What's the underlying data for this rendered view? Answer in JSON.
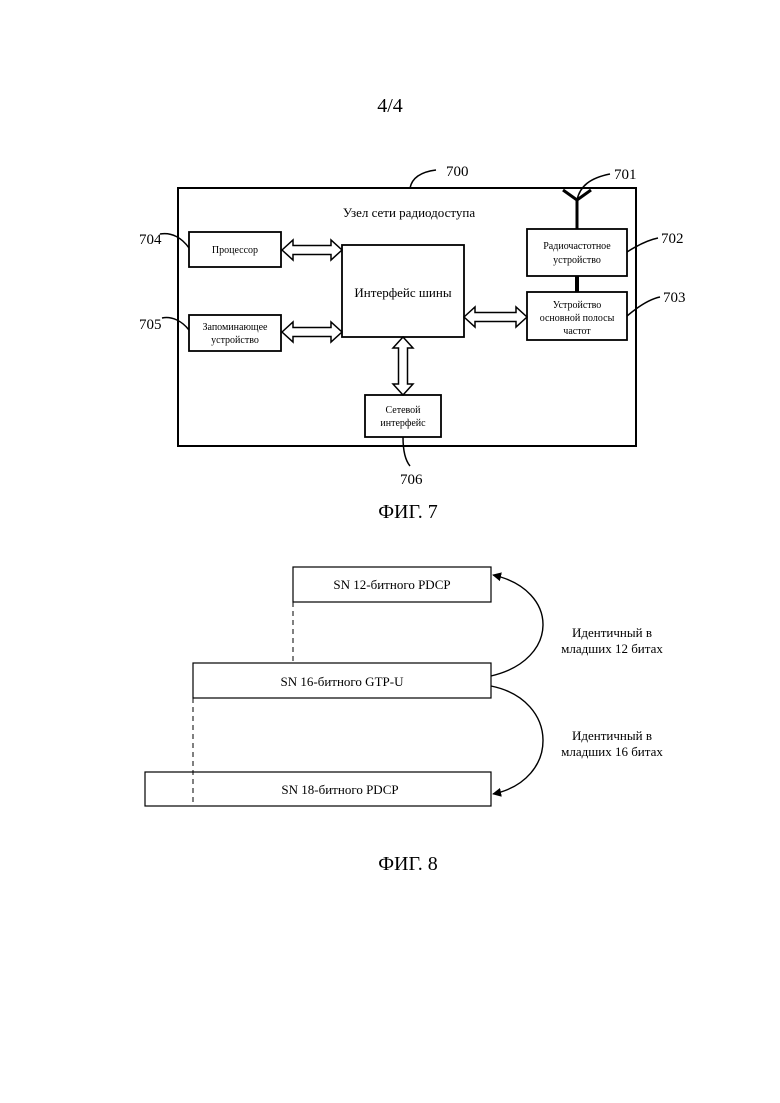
{
  "page_number": "4/4",
  "fig7": {
    "caption": "ФИГ. 7",
    "node_ref": "700",
    "node_title": "Узел сети радиодоступа",
    "processor": {
      "ref": "704",
      "label": "Процессор"
    },
    "memory": {
      "ref": "705",
      "line1": "Запоминающее",
      "line2": "устройство"
    },
    "bus": {
      "label": "Интерфейс шины"
    },
    "network_interface": {
      "ref": "706",
      "line1": "Сетевой",
      "line2": "интерфейс"
    },
    "antenna": {
      "ref": "701"
    },
    "rf_device": {
      "ref": "702",
      "line1": "Радиочастотное",
      "line2": "устройство"
    },
    "baseband_device": {
      "ref": "703",
      "line1": "Устройство",
      "line2": "основной полосы",
      "line3": "частот"
    }
  },
  "fig8": {
    "caption": "ФИГ. 8",
    "pdcp12": "SN 12-битного PDCP",
    "gtpu16": "SN 16-битного GTP-U",
    "pdcp18": "SN 18-битного PDCP",
    "note12": {
      "line1": "Идентичный в",
      "line2": "младших 12 битах"
    },
    "note16": {
      "line1": "Идентичный в",
      "line2": "младших 16 битах"
    }
  },
  "colors": {
    "ink": "#000000",
    "background": "#ffffff"
  }
}
